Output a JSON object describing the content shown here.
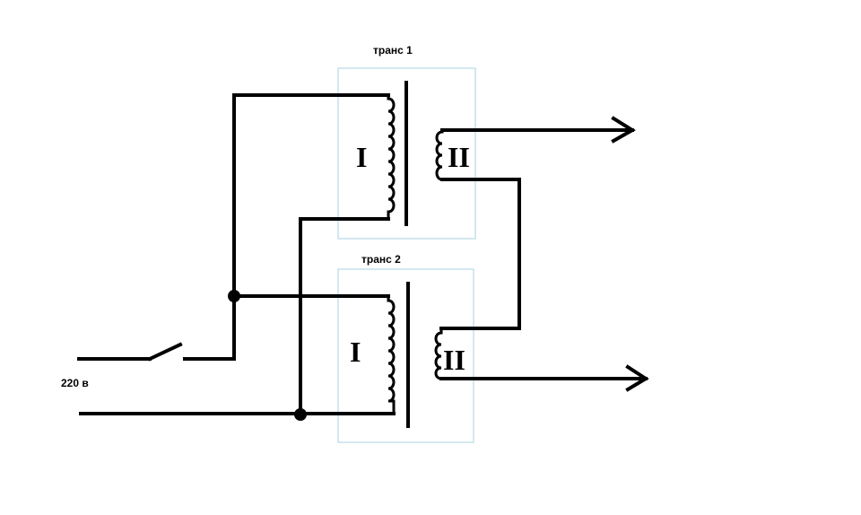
{
  "labels": {
    "transformer_1": "транс 1",
    "transformer_2": "транс 2",
    "supply": "220 в",
    "primary_1": "I",
    "secondary_1": "II",
    "primary_2": "I",
    "secondary_2": "II"
  },
  "colors": {
    "wire": "#000000",
    "transformer_frame": "#a8d0e0",
    "background": "#ffffff"
  }
}
